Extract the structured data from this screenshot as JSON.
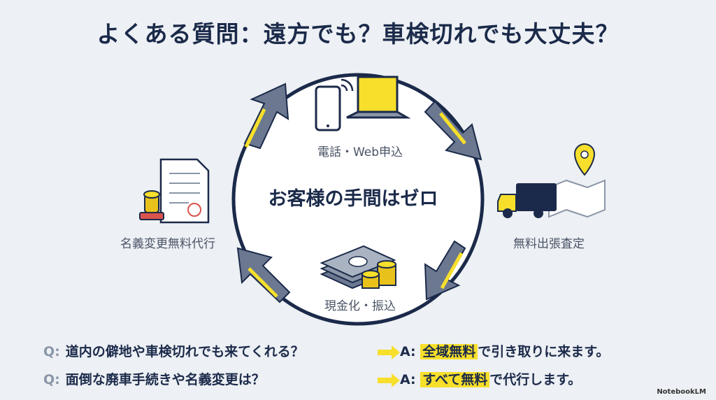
{
  "title": "よくある質問：遠方でも？車検切れでも大丈夫？",
  "center": "お客様の手間はゼロ",
  "steps": {
    "top": "電話・Web申込",
    "right": "無料出張査定",
    "bottom": "現金化・振込",
    "left": "名義変更無料代行"
  },
  "qa": [
    {
      "q_prefix": "Q:",
      "question": "道内の僻地や車検切れでも来てくれる？",
      "a_prefix": "A:",
      "answer_highlight": "全域無料",
      "answer_rest": "で引き取りに来ます。"
    },
    {
      "q_prefix": "Q:",
      "question": "面倒な廃車手続きや名義変更は？",
      "a_prefix": "A:",
      "answer_highlight": "すべて無料",
      "answer_rest": "で代行します。"
    }
  ],
  "brand": "NotebookLM",
  "colors": {
    "navy": "#1b2a4a",
    "yellow": "#f7df2b",
    "background": "#edf0f4",
    "arrow_gray": "#6b7890"
  }
}
